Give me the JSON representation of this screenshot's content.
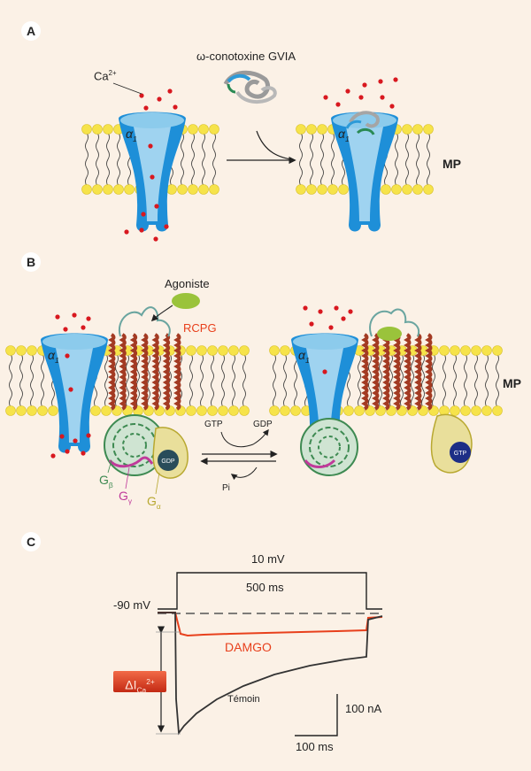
{
  "panels": [
    "A",
    "B",
    "C"
  ],
  "panel_a": {
    "ion": "Ca",
    "ion_charge": "2+",
    "toxin": "ω-conotoxine GVIA",
    "membrane": "MP",
    "channel": "α",
    "channel_sub": "1"
  },
  "panel_b": {
    "agonist": "Agoniste",
    "receptor": "RCPG",
    "gtp": "GTP",
    "gdp": "GDP",
    "pi": "Pi",
    "gdp_ball": "GDP",
    "gtp_ball": "GTP",
    "g_beta": "G",
    "g_beta_sub": "β",
    "g_gamma": "G",
    "g_gamma_sub": "γ",
    "g_alpha": "G",
    "g_alpha_sub": "α",
    "membrane": "MP",
    "channel": "α",
    "channel_sub": "1"
  },
  "panel_c": {
    "voltage_step": "10 mV",
    "duration": "500 ms",
    "holding": "-90 mV",
    "damgo": "DAMGO",
    "temoin": "Témoin",
    "delta": "ΔI",
    "delta_sub": "Ca",
    "delta_sup": "2+",
    "scale_current": "100 nA",
    "scale_time": "100 ms"
  },
  "colors": {
    "background": "#fbf1e6",
    "channel": "#1e8fd8",
    "channel_light": "#9fd3f0",
    "lipid_head": "#f6e34a",
    "calcium": "#d8181f",
    "receptor": "#a33a22",
    "g_protein": "#3e8a52",
    "gamma": "#c03a9a",
    "alpha": "#b8a830",
    "damgo_trace": "#e8401c",
    "agonist": "#9ac33b"
  }
}
